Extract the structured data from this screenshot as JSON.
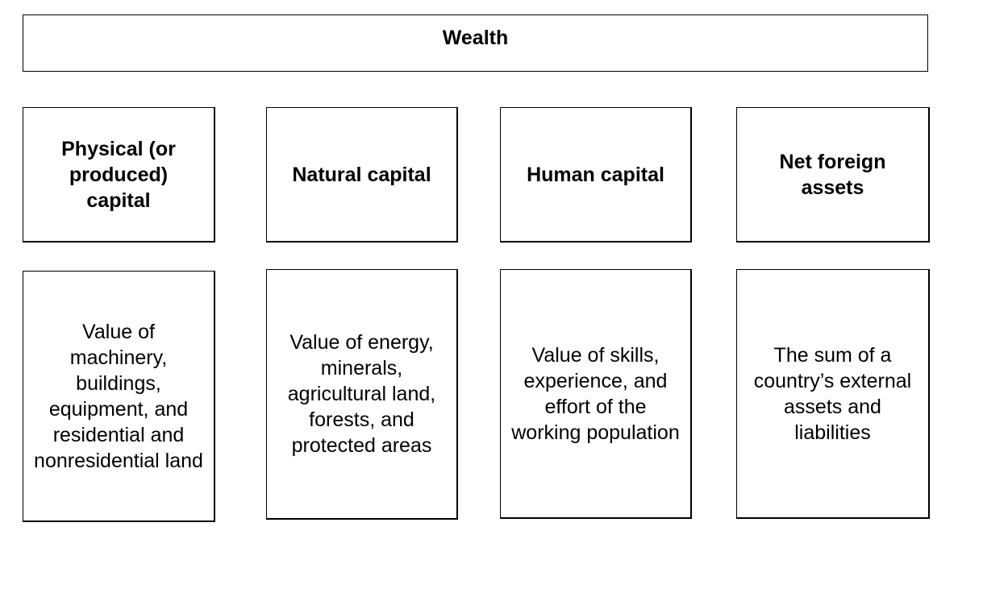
{
  "title": "Wealth",
  "categories": [
    {
      "label": "Physical (or produced) capital",
      "description": "Value of machinery, buildings, equipment, and residential and nonresidential land"
    },
    {
      "label": "Natural capital",
      "description": "Value of energy, minerals, agricultural land, forests, and protected areas"
    },
    {
      "label": "Human capital",
      "description": "Value of skills, experience, and effort of the working population"
    },
    {
      "label": "Net foreign assets",
      "description": "The sum of a country’s external assets and liabilities"
    }
  ]
}
